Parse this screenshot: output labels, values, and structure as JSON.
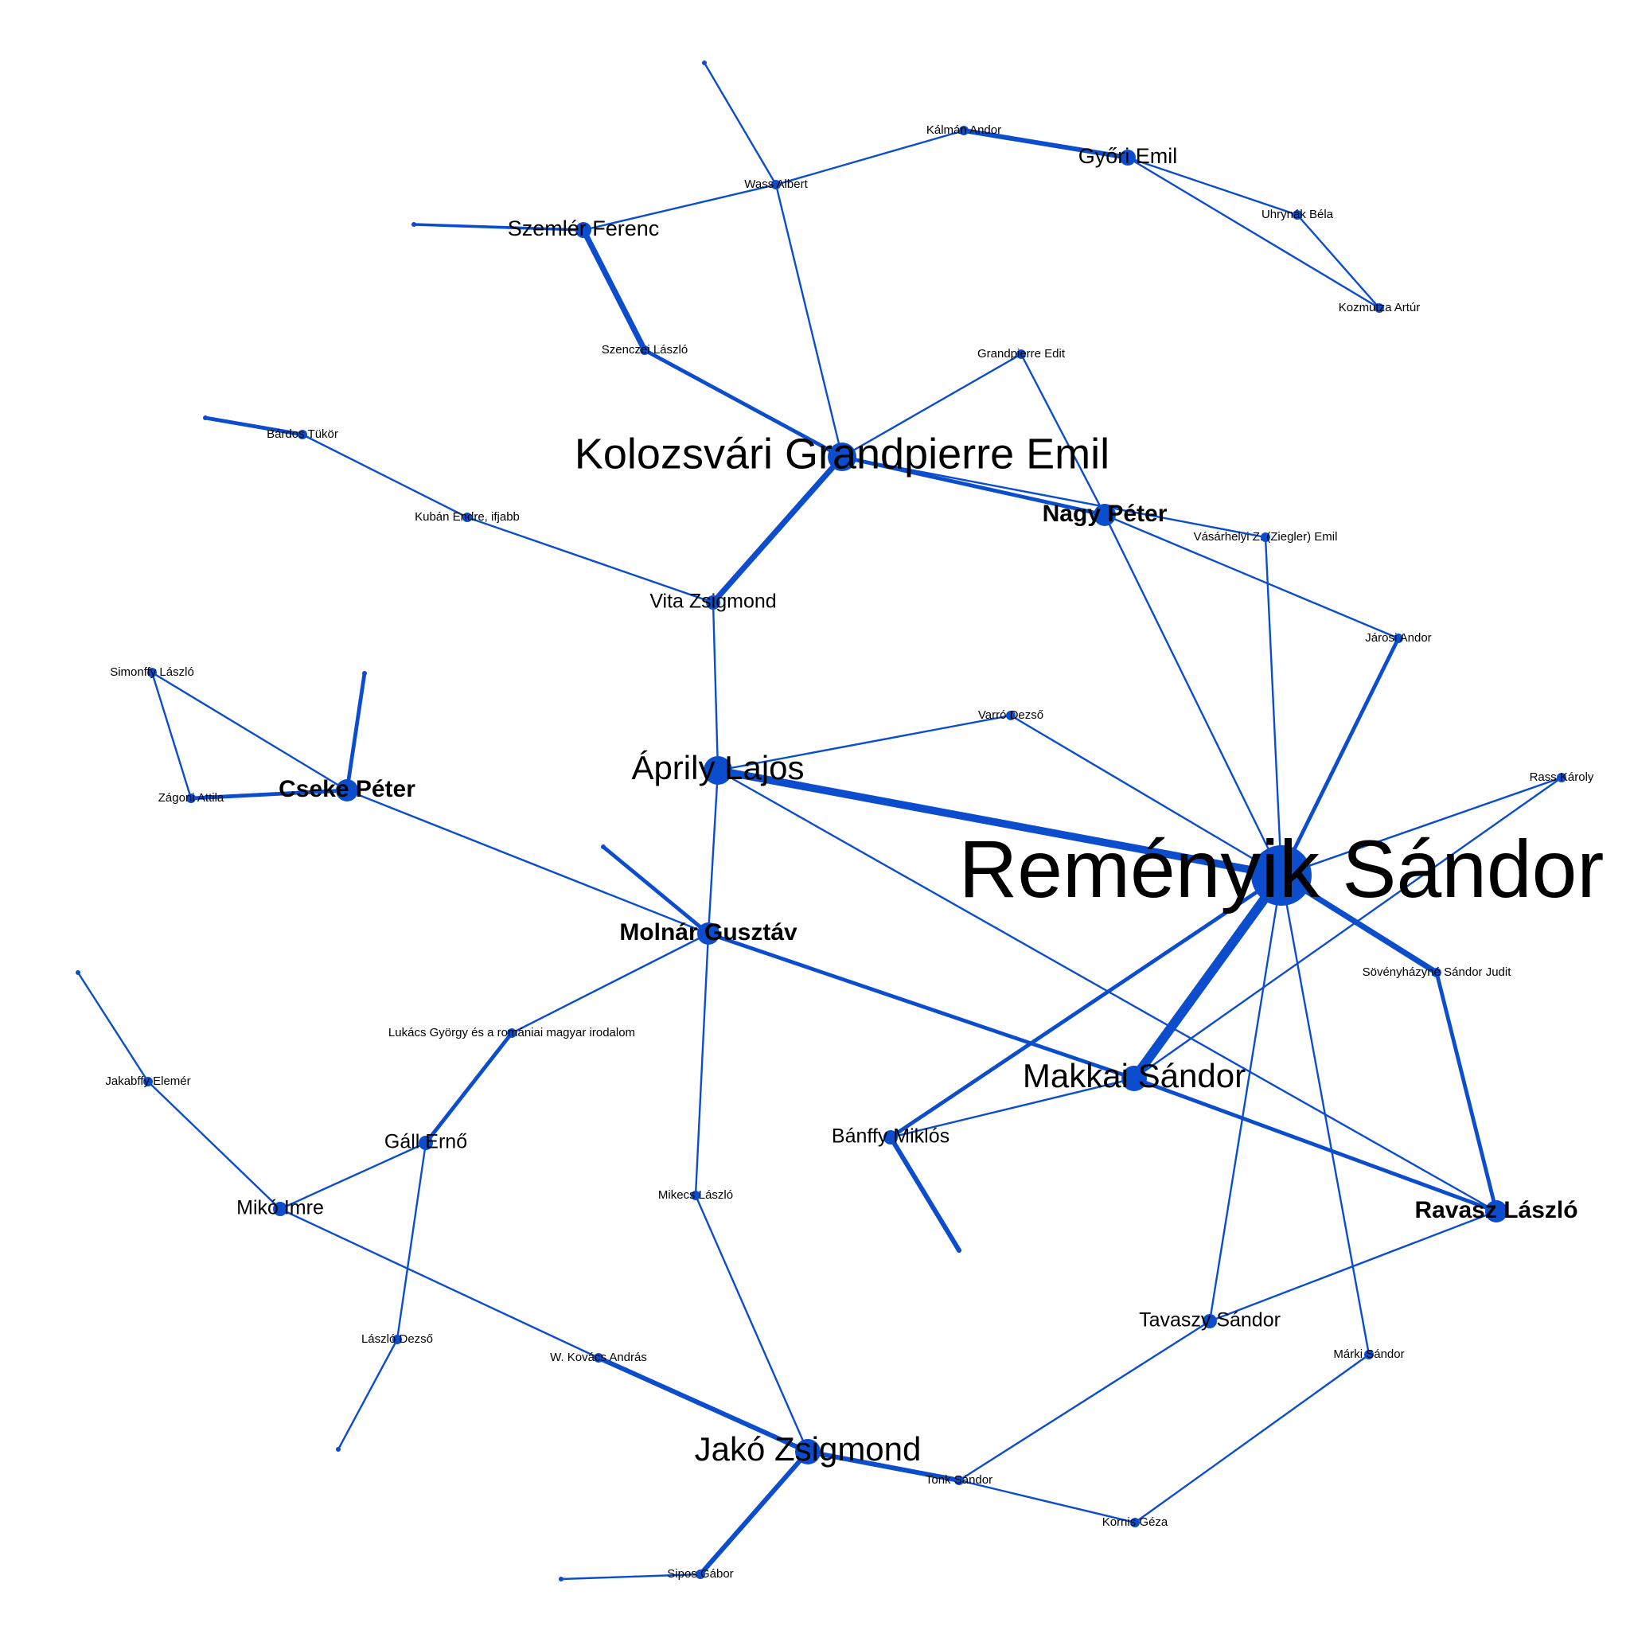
{
  "colors": {
    "edge": "#0b4dcc",
    "node": "#0b4dcc",
    "label": "#000000",
    "background": "#ffffff"
  },
  "nodes": [
    {
      "id": "remenyik",
      "label": "Reményik Sándor"
    },
    {
      "id": "kolozsvari",
      "label": "Kolozsvári Grandpierre Emil"
    },
    {
      "id": "aprily",
      "label": "Áprily Lajos"
    },
    {
      "id": "makkai",
      "label": "Makkai Sándor"
    },
    {
      "id": "jako",
      "label": "Jakó Zsigmond"
    },
    {
      "id": "molnar",
      "label": "Molnár Gusztáv"
    },
    {
      "id": "cseke",
      "label": "Cseke Péter"
    },
    {
      "id": "nagy",
      "label": "Nagy Péter"
    },
    {
      "id": "ravasz",
      "label": "Ravasz László"
    },
    {
      "id": "szemler",
      "label": "Szemlér Ferenc"
    },
    {
      "id": "gyori",
      "label": "Győri Emil"
    },
    {
      "id": "vita",
      "label": "Vita Zsigmond"
    },
    {
      "id": "gall",
      "label": "Gáll Ernő"
    },
    {
      "id": "miko",
      "label": "Mikó Imre"
    },
    {
      "id": "banffy",
      "label": "Bánffy Miklós"
    },
    {
      "id": "tavaszy",
      "label": "Tavaszy Sándor"
    },
    {
      "id": "kalman",
      "label": "Kálmán Andor"
    },
    {
      "id": "wass",
      "label": "Wass Albert"
    },
    {
      "id": "uhrynak",
      "label": "Uhrynák Béla"
    },
    {
      "id": "kozmutza",
      "label": "Kozmutza Artúr"
    },
    {
      "id": "szenczei",
      "label": "Szenczei László"
    },
    {
      "id": "grandpierre_edit",
      "label": "Grandpierre Edit"
    },
    {
      "id": "bardos",
      "label": "Bárdos Tükör"
    },
    {
      "id": "kuban",
      "label": "Kubán Endre, ifjabb"
    },
    {
      "id": "vasarhelyi",
      "label": "Vásárhelyi Z. (Ziegler) Emil"
    },
    {
      "id": "jaross",
      "label": "Járosi Andor"
    },
    {
      "id": "simonfy",
      "label": "Simonffy László"
    },
    {
      "id": "zagoni",
      "label": "Zágoni Attila"
    },
    {
      "id": "varro",
      "label": "Varró Dezső"
    },
    {
      "id": "rass",
      "label": "Rass Károly"
    },
    {
      "id": "sovenyhazy",
      "label": "Sövényházyné Sándor Judit"
    },
    {
      "id": "lukacs",
      "label": "Lukács György és a romániai magyar irodalom"
    },
    {
      "id": "jakabffy",
      "label": "Jakabffy Elemér"
    },
    {
      "id": "mikecs",
      "label": "Mikecs László"
    },
    {
      "id": "laszlo_dezso",
      "label": "László Dezső"
    },
    {
      "id": "kovacs",
      "label": "W. Kovács András"
    },
    {
      "id": "marki",
      "label": "Márki Sándor"
    },
    {
      "id": "tonk",
      "label": "Tonk Sándor"
    },
    {
      "id": "kornis",
      "label": "Kornis Géza"
    },
    {
      "id": "sipos",
      "label": "Sipos Gábor"
    },
    {
      "id": "tiny_top",
      "label": ""
    },
    {
      "id": "tiny_szemler",
      "label": ""
    },
    {
      "id": "tiny_bardos",
      "label": ""
    },
    {
      "id": "tiny_cseke",
      "label": ""
    },
    {
      "id": "tiny_molnar",
      "label": ""
    },
    {
      "id": "tiny_jakabffy",
      "label": ""
    },
    {
      "id": "tiny_banffy",
      "label": ""
    },
    {
      "id": "tiny_laszlo",
      "label": ""
    },
    {
      "id": "tiny_sipos",
      "label": ""
    }
  ],
  "edges": [
    {
      "source": "remenyik",
      "target": "aprily",
      "weight": 8
    },
    {
      "source": "remenyik",
      "target": "makkai",
      "weight": 10
    },
    {
      "source": "remenyik",
      "target": "sovenyhazy",
      "weight": 6
    },
    {
      "source": "remenyik",
      "target": "banffy",
      "weight": 4
    },
    {
      "source": "remenyik",
      "target": "jaross",
      "weight": 4
    },
    {
      "source": "remenyik",
      "target": "nagy",
      "weight": 2
    },
    {
      "source": "remenyik",
      "target": "vasarhelyi",
      "weight": 2
    },
    {
      "source": "remenyik",
      "target": "rass",
      "weight": 2
    },
    {
      "source": "remenyik",
      "target": "tavaszy",
      "weight": 2
    },
    {
      "source": "remenyik",
      "target": "marki",
      "weight": 2
    },
    {
      "source": "remenyik",
      "target": "varro",
      "weight": 2
    },
    {
      "source": "kolozsvari",
      "target": "vita",
      "weight": 6
    },
    {
      "source": "kolozsvari",
      "target": "szenczei",
      "weight": 4
    },
    {
      "source": "kolozsvari",
      "target": "wass",
      "weight": 2
    },
    {
      "source": "kolozsvari",
      "target": "grandpierre_edit",
      "weight": 2
    },
    {
      "source": "kolozsvari",
      "target": "nagy",
      "weight": 4
    },
    {
      "source": "kolozsvari",
      "target": "vasarhelyi",
      "weight": 2
    },
    {
      "source": "szenczei",
      "target": "szemler",
      "weight": 6
    },
    {
      "source": "szemler",
      "target": "wass",
      "weight": 2
    },
    {
      "source": "szemler",
      "target": "tiny_szemler",
      "weight": 3
    },
    {
      "source": "wass",
      "target": "kalman",
      "weight": 2
    },
    {
      "source": "wass",
      "target": "tiny_top",
      "weight": 2
    },
    {
      "source": "kalman",
      "target": "gyori",
      "weight": 5
    },
    {
      "source": "gyori",
      "target": "uhrynak",
      "weight": 2
    },
    {
      "source": "gyori",
      "target": "kozmutza",
      "weight": 2
    },
    {
      "source": "uhrynak",
      "target": "kozmutza",
      "weight": 2
    },
    {
      "source": "grandpierre_edit",
      "target": "nagy",
      "weight": 2
    },
    {
      "source": "nagy",
      "target": "jaross",
      "weight": 2
    },
    {
      "source": "vita",
      "target": "kuban",
      "weight": 2
    },
    {
      "source": "kuban",
      "target": "bardos",
      "weight": 2
    },
    {
      "source": "bardos",
      "target": "tiny_bardos",
      "weight": 4
    },
    {
      "source": "vita",
      "target": "aprily",
      "weight": 2
    },
    {
      "source": "aprily",
      "target": "varro",
      "weight": 2
    },
    {
      "source": "aprily",
      "target": "molnar",
      "weight": 2
    },
    {
      "source": "aprily",
      "target": "ravasz",
      "weight": 2
    },
    {
      "source": "simonfy",
      "target": "zagoni",
      "weight": 2
    },
    {
      "source": "simonfy",
      "target": "cseke",
      "weight": 2
    },
    {
      "source": "zagoni",
      "target": "cseke",
      "weight": 4
    },
    {
      "source": "cseke",
      "target": "tiny_cseke",
      "weight": 4
    },
    {
      "source": "cseke",
      "target": "molnar",
      "weight": 2
    },
    {
      "source": "molnar",
      "target": "tiny_molnar",
      "weight": 4
    },
    {
      "source": "molnar",
      "target": "makkai",
      "weight": 4
    },
    {
      "source": "molnar",
      "target": "lukacs",
      "weight": 2
    },
    {
      "source": "molnar",
      "target": "mikecs",
      "weight": 2
    },
    {
      "source": "lukacs",
      "target": "gall",
      "weight": 4
    },
    {
      "source": "gall",
      "target": "miko",
      "weight": 2
    },
    {
      "source": "gall",
      "target": "laszlo_dezso",
      "weight": 2
    },
    {
      "source": "laszlo_dezso",
      "target": "tiny_laszlo",
      "weight": 2
    },
    {
      "source": "jakabffy",
      "target": "tiny_jakabffy",
      "weight": 2
    },
    {
      "source": "jakabffy",
      "target": "miko",
      "weight": 2
    },
    {
      "source": "miko",
      "target": "kovacs",
      "weight": 2
    },
    {
      "source": "kovacs",
      "target": "jako",
      "weight": 5
    },
    {
      "source": "mikecs",
      "target": "jako",
      "weight": 2
    },
    {
      "source": "jako",
      "target": "tonk",
      "weight": 5
    },
    {
      "source": "jako",
      "target": "sipos",
      "weight": 5
    },
    {
      "source": "sipos",
      "target": "tiny_sipos",
      "weight": 2
    },
    {
      "source": "tonk",
      "target": "kornis",
      "weight": 2
    },
    {
      "source": "tonk",
      "target": "tavaszy",
      "weight": 2
    },
    {
      "source": "kornis",
      "target": "marki",
      "weight": 2
    },
    {
      "source": "tavaszy",
      "target": "ravasz",
      "weight": 2
    },
    {
      "source": "makkai",
      "target": "ravasz",
      "weight": 4
    },
    {
      "source": "makkai",
      "target": "banffy",
      "weight": 2
    },
    {
      "source": "makkai",
      "target": "rass",
      "weight": 2
    },
    {
      "source": "banffy",
      "target": "tiny_banffy",
      "weight": 5
    },
    {
      "source": "sovenyhazy",
      "target": "ravasz",
      "weight": 4
    }
  ]
}
